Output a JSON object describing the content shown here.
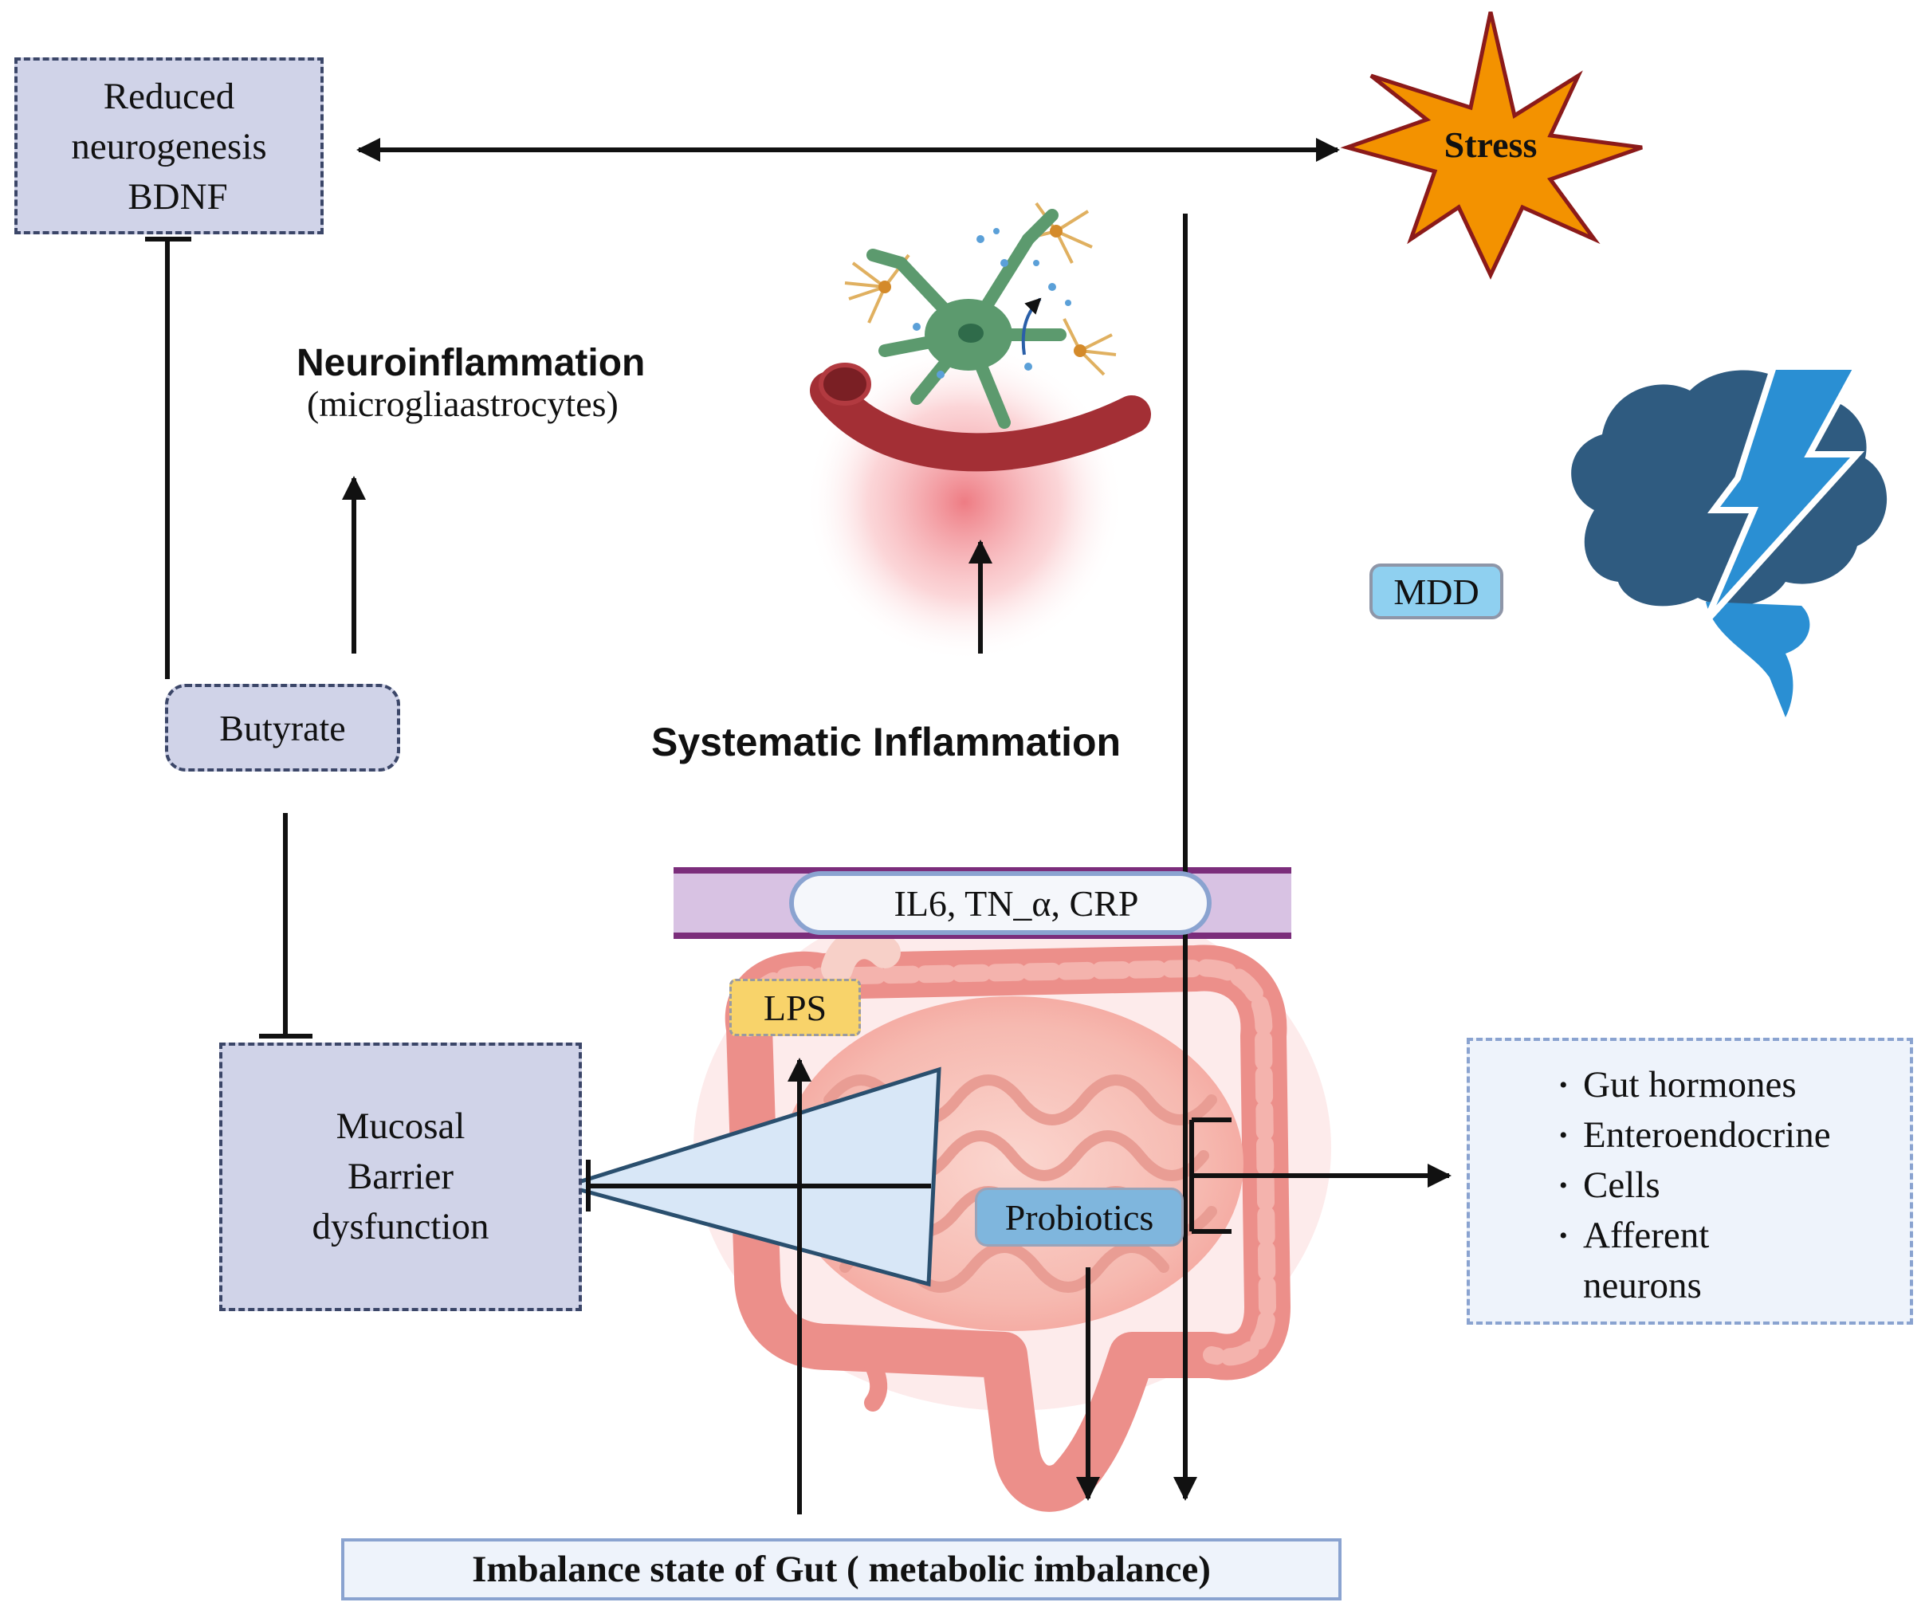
{
  "nodes": {
    "reduced_neurogenesis": {
      "line1": "Reduced",
      "line2": "neurogenesis",
      "line3": "BDNF"
    },
    "stress": {
      "label": "Stress"
    },
    "neuroinflammation": {
      "title": "Neuroinflammation",
      "subtitle": "(microgliaastrocytes)"
    },
    "mdd": {
      "label": "MDD"
    },
    "butyrate": {
      "label": "Butyrate"
    },
    "systematic_inflammation": {
      "label": "Systematic Inflammation"
    },
    "cytokines": {
      "label": "IL6, TN_α, CRP"
    },
    "lps": {
      "label": "LPS"
    },
    "mucosal_barrier": {
      "line1": "Mucosal",
      "line2": "Barrier",
      "line3": "dysfunction"
    },
    "probiotics": {
      "label": "Probiotics"
    },
    "gut_effects": {
      "items": [
        "Gut hormones",
        "Enteroendocrine",
        "Cells",
        "Afferent"
      ],
      "continuation": "neurons"
    },
    "imbalance": {
      "label": "Imbalance state of Gut ( metabolic imbalance)"
    }
  },
  "icons": [
    "neuron-blood-vessel-icon",
    "brain-lightning-icon",
    "intestine-icon",
    "stress-burst-icon"
  ],
  "colors": {
    "box_fill": "#d0d3e8",
    "box_border": "#3b4668",
    "stress_fill": "#f39200",
    "stress_border": "#8b1a1a",
    "mdd_fill": "#8fd0f0",
    "probiotics_fill": "#7fb6dd",
    "lps_fill": "#f8d36a",
    "cytokine_band": "#7b2d7b",
    "brain": "#2f5b80",
    "lightning": "#2a8fd3",
    "gut": "#ec8f8a"
  }
}
